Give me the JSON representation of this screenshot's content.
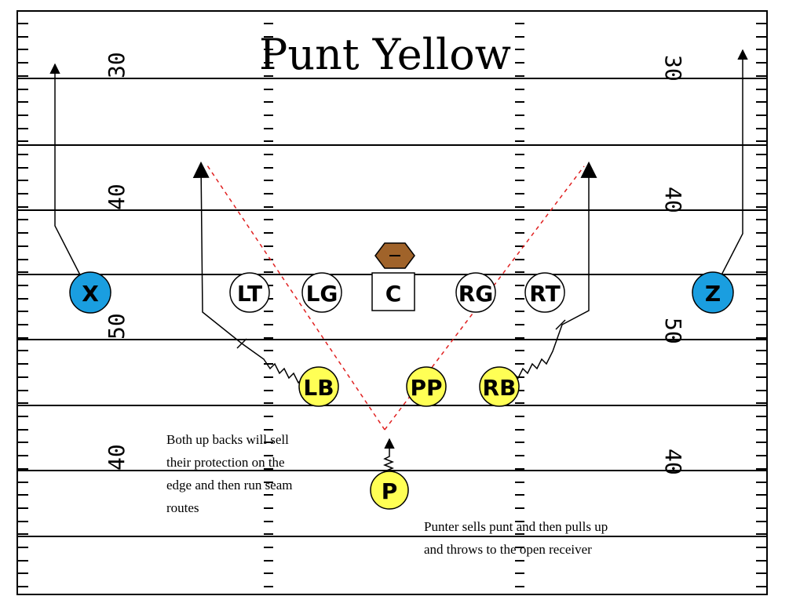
{
  "title": "Punt Yellow",
  "notes": {
    "backs": [
      "Both up backs will sell",
      "their protection on the",
      "edge and then run seam",
      "routes"
    ],
    "punter": [
      "Punter sells punt and then pulls up",
      "and throws to the open receiver"
    ]
  },
  "players": {
    "x": "X",
    "z": "Z",
    "lt": "LT",
    "lg": "LG",
    "c": "C",
    "rg": "RG",
    "rt": "RT",
    "lb": "LB",
    "pp": "PP",
    "rb": "RB",
    "p": "P"
  },
  "yard_labels": {
    "left_30": "30",
    "left_40": "40",
    "left_50": "50",
    "left_40b": "40",
    "right_30": "30",
    "right_40": "40",
    "right_50": "50",
    "right_40b": "40"
  },
  "colors": {
    "receiver": "#1a9ee0",
    "back": "#ffff55",
    "lineman": "#ffffff",
    "football": "#a0632a",
    "pass_route": "#e02020"
  }
}
